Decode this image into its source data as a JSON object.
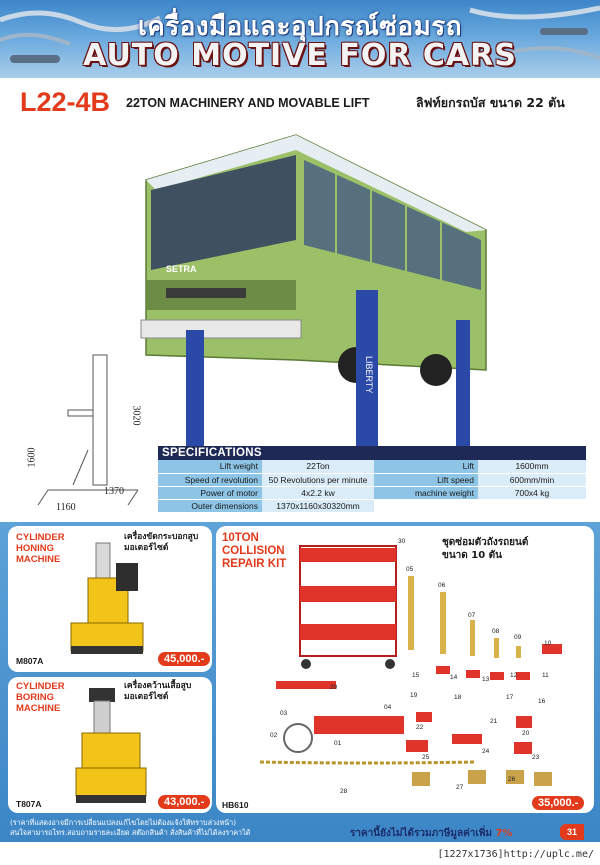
{
  "header": {
    "title_thai": "เครื่องมือและอุปกรณ์ซ่อมรถ",
    "title_eng": "AUTO MOTIVE FOR CARS"
  },
  "lift": {
    "model": "L22-4B",
    "title": "22TON MACHINERY AND MOVABLE LIFT",
    "title_thai": "ลิฟท์ยกรถบัส ขนาด 22 ตัน",
    "bus_brand": "SETRA",
    "lift_brand": "LIBERTY",
    "dimensions": {
      "height": "3020",
      "base": "1600",
      "width": "1160",
      "depth": "1370"
    }
  },
  "specifications": {
    "heading": "SPECIFICATIONS",
    "rows": [
      {
        "label1": "Lift weight",
        "value1": "22Ton",
        "label2": "Lift",
        "value2": "1600mm"
      },
      {
        "label1": "Speed of revolution",
        "value1": "50 Revolutions per minute",
        "label2": "Lift speed",
        "value2": "600mm/min"
      },
      {
        "label1": "Power of motor",
        "value1": "4x2.2 kw",
        "label2": "machine weight",
        "value2": "700x4 kg"
      },
      {
        "label1": "Outer dimensions",
        "value1": "1370x1160x30320mm",
        "label2": "",
        "value2": ""
      }
    ]
  },
  "products": {
    "honing": {
      "title_line1": "CYLINDER",
      "title_line2": "HONING",
      "title_line3": "MACHINE",
      "thai_line1": "เครื่องขัดกระบอกสูบ",
      "thai_line2": "มอเตอร์ไซด์",
      "code": "M807A",
      "price": "45,000.-"
    },
    "boring": {
      "title_line1": "CYLINDER",
      "title_line2": "BORING",
      "title_line3": "MACHINE",
      "thai_line1": "เครื่องคว้านเสื้อสูบ",
      "thai_line2": "มอเตอร์ไซด์",
      "code": "T807A",
      "price": "43,000.-"
    },
    "kit": {
      "title_line1": "10TON",
      "title_line2": "COLLISION",
      "title_line3": "REPAIR KIT",
      "thai_line1": "ชุดซ่อมตัวถังรถยนต์",
      "thai_line2": "ขนาด 10 ตัน",
      "code": "HB610",
      "price": "35,000.-",
      "part_numbers": [
        "01",
        "02",
        "03",
        "04",
        "05",
        "06",
        "07",
        "08",
        "09",
        "10",
        "11",
        "12",
        "13",
        "14",
        "15",
        "16",
        "17",
        "18",
        "19",
        "20",
        "21",
        "22",
        "23",
        "24",
        "25",
        "26",
        "27",
        "28",
        "29",
        "30"
      ]
    }
  },
  "footer": {
    "note_line1": "(ราคาที่แสดงอาจมีการเปลี่ยนแปลงแก้ไขโดยไม่ต้องแจ้งให้ทราบล่วงหน้า)",
    "note_line2": "สนใจสามารถโทร.สอบถามรายละเอียด สต๊อกสินค้า สั่งสินค้าที่ไม่ได้ลงราคาได้",
    "vat_text": "ราคานี้ยังไม่ได้รวมภาษีมูลค่าเพิ่ม",
    "vat_pct": "7%",
    "page_number": "31",
    "source": "[1227x1736]http://uplc.me/"
  },
  "colors": {
    "accent_red": "#e23a1a",
    "spec_dark": "#1e2a55",
    "spec_key": "#8ec5e6",
    "bg_blue": "#3c86c6",
    "bus_green": "#8fb55a"
  }
}
